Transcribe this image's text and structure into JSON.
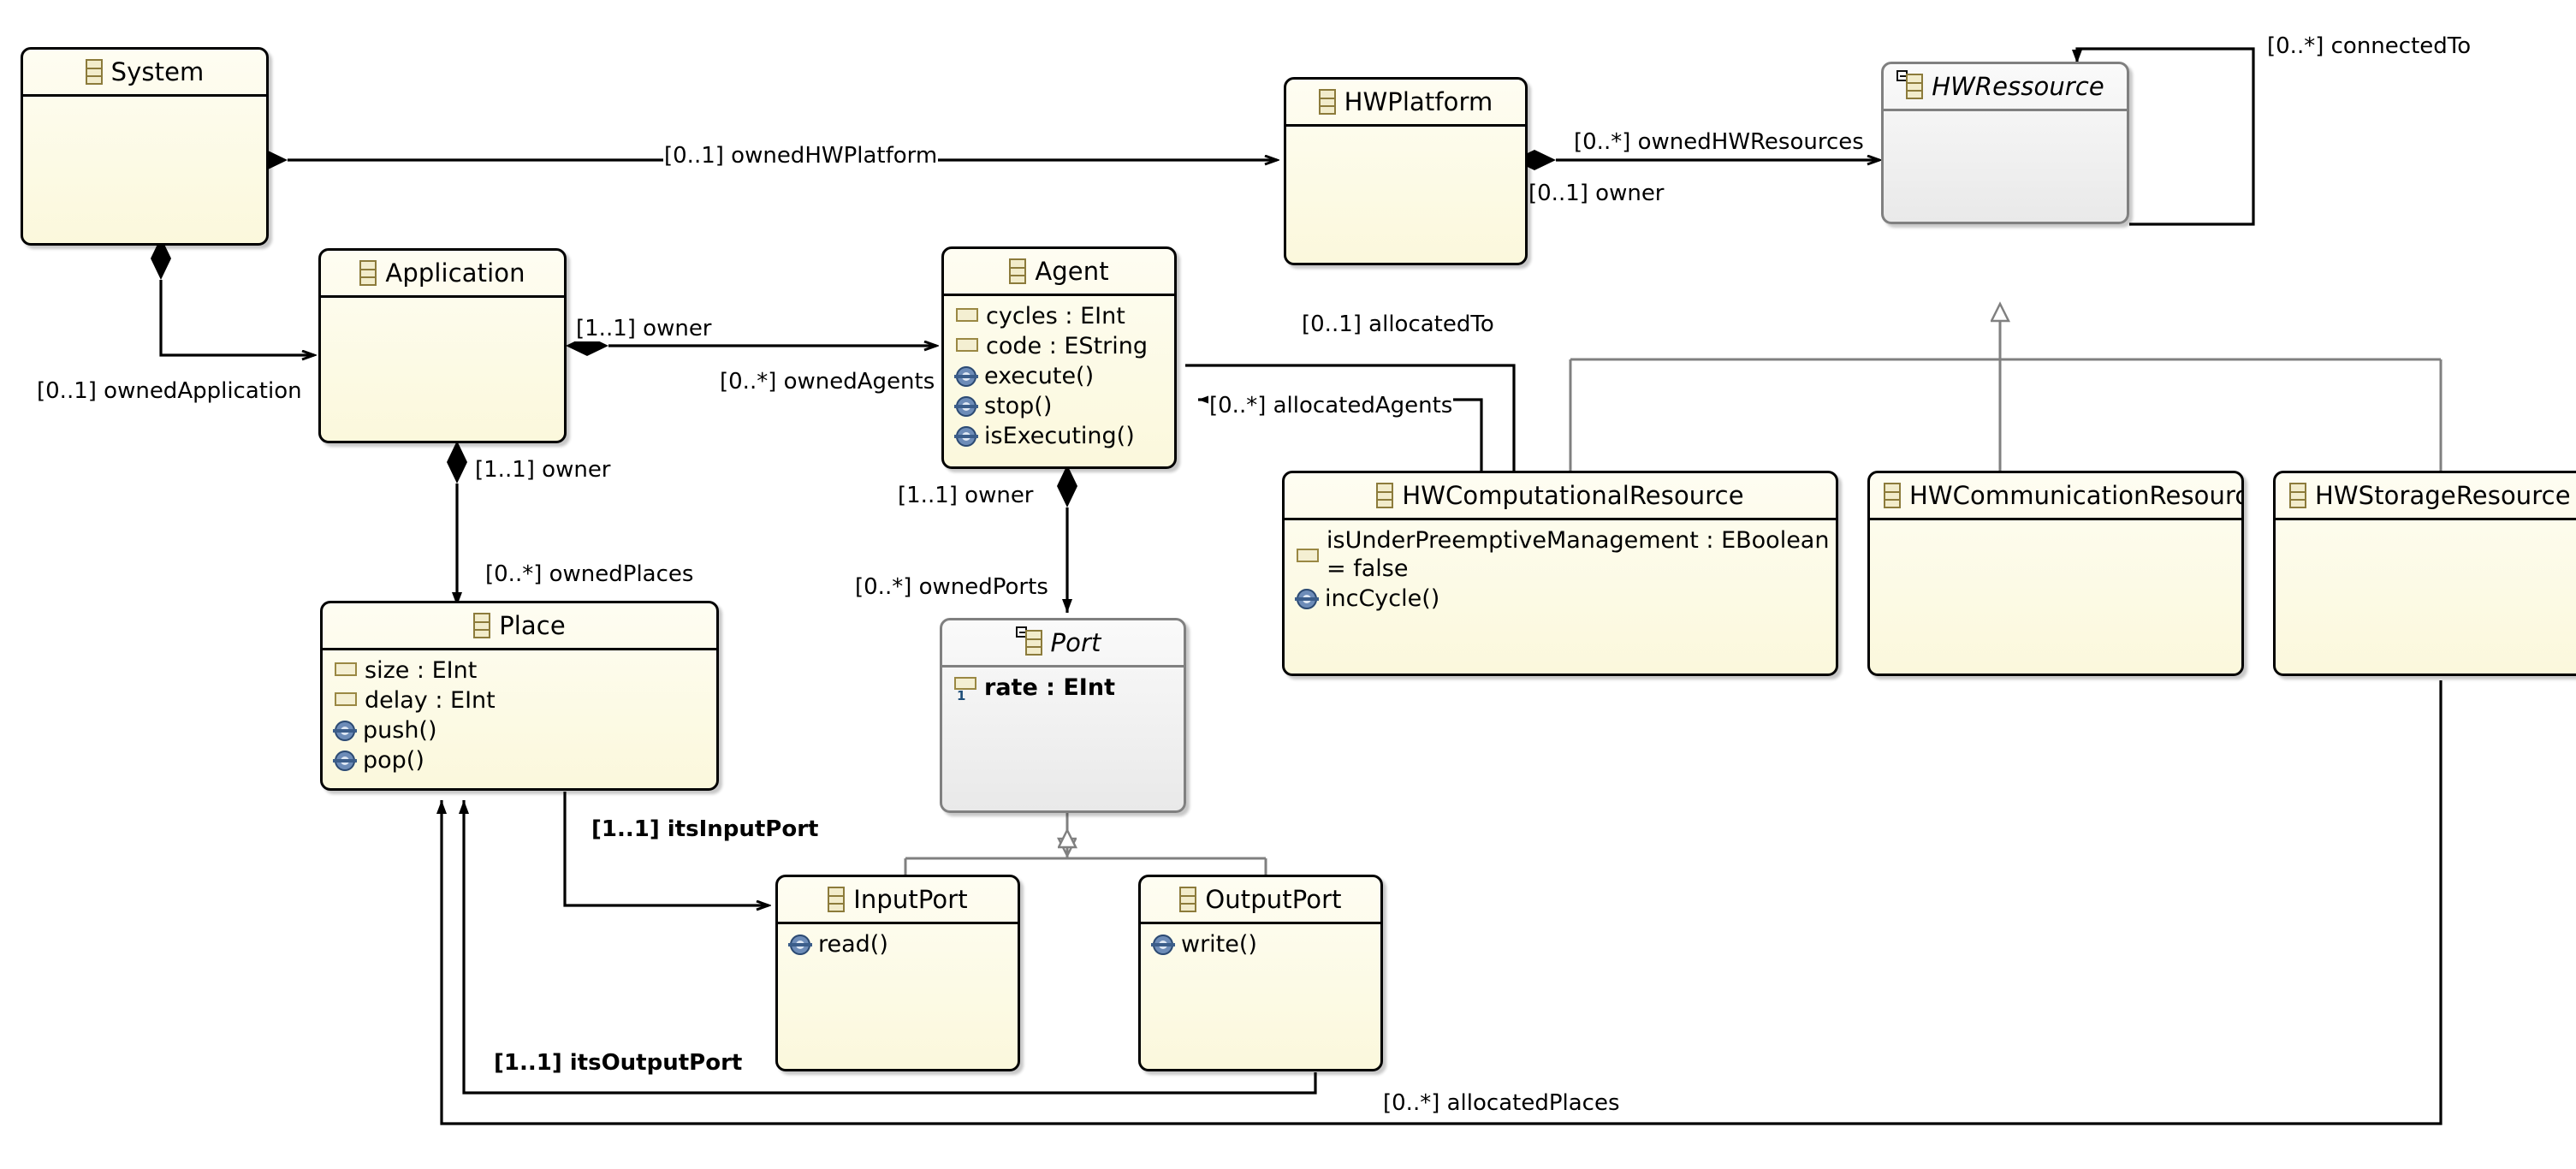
{
  "diagram": {
    "kind": "uml-class-diagram",
    "colors": {
      "class_fill_top": "#fefdf2",
      "class_fill_bottom": "#fbf8dc",
      "class_border": "#000000",
      "abstract_fill_top": "#fafafa",
      "abstract_fill_bottom": "#e9e9e9",
      "abstract_border": "#808080",
      "attribute_icon": "#f4efd2",
      "operation_icon": "#6d8cb8",
      "background": "#ffffff"
    }
  },
  "classes": [
    {
      "id": "system",
      "name": "System",
      "abstract": false,
      "icon": "eclass-icon",
      "attributes": [],
      "operations": []
    },
    {
      "id": "application",
      "name": "Application",
      "abstract": false,
      "icon": "eclass-icon",
      "attributes": [],
      "operations": []
    },
    {
      "id": "agent",
      "name": "Agent",
      "abstract": false,
      "icon": "eclass-icon",
      "attributes": [
        "cycles : EInt",
        "code : EString"
      ],
      "operations": [
        "execute()",
        "stop()",
        "isExecuting()"
      ]
    },
    {
      "id": "place",
      "name": "Place",
      "abstract": false,
      "icon": "eclass-icon",
      "attributes": [
        "size : EInt",
        "delay : EInt"
      ],
      "operations": [
        "push()",
        "pop()"
      ]
    },
    {
      "id": "port",
      "name": "Port",
      "abstract": true,
      "icon": "eclass-abstract-icon",
      "attributes": [
        "rate : EInt"
      ],
      "operations": []
    },
    {
      "id": "inputport",
      "name": "InputPort",
      "abstract": false,
      "icon": "eclass-icon",
      "attributes": [],
      "operations": [
        "read()"
      ]
    },
    {
      "id": "outputport",
      "name": "OutputPort",
      "abstract": false,
      "icon": "eclass-icon",
      "attributes": [],
      "operations": [
        "write()"
      ]
    },
    {
      "id": "hwplatform",
      "name": "HWPlatform",
      "abstract": false,
      "icon": "eclass-icon",
      "attributes": [],
      "operations": []
    },
    {
      "id": "hwressource",
      "name": "HWRessource",
      "abstract": true,
      "icon": "eclass-abstract-icon",
      "attributes": [],
      "operations": []
    },
    {
      "id": "hwcomputationalresource",
      "name": "HWComputationalResource",
      "abstract": false,
      "icon": "eclass-icon",
      "attributes": [
        "isUnderPreemptiveManagement : EBoolean",
        "= false"
      ],
      "operations": [
        "incCycle()"
      ]
    },
    {
      "id": "hwcommunicationresource",
      "name": "HWCommunicationResource",
      "abstract": false,
      "icon": "eclass-icon",
      "attributes": [],
      "operations": []
    },
    {
      "id": "hwstorageresource",
      "name": "HWStorageResource",
      "abstract": false,
      "icon": "eclass-icon",
      "attributes": [],
      "operations": []
    }
  ],
  "edge_labels": {
    "owned_hw_platform": "[0..1] ownedHWPlatform",
    "owned_hw_resources": "[0..*] ownedHWResources",
    "hw_owner": "[0..1] owner",
    "connected_to": "[0..*] connectedTo",
    "owned_application": "[0..1] ownedApplication",
    "application_owner": "[1..1] owner",
    "owned_agents": "[0..*] ownedAgents",
    "allocated_to": "[0..1] allocatedTo",
    "allocated_agents": "[0..*] allocatedAgents",
    "place_owner": "[1..1] owner",
    "owned_places": "[0..*] ownedPlaces",
    "port_owner": "[1..1] owner",
    "owned_ports": "[0..*] ownedPorts",
    "its_input_port": "[1..1] itsInputPort",
    "its_output_port": "[1..1] itsOutputPort",
    "allocated_places": "[0..*] allocatedPlaces"
  }
}
